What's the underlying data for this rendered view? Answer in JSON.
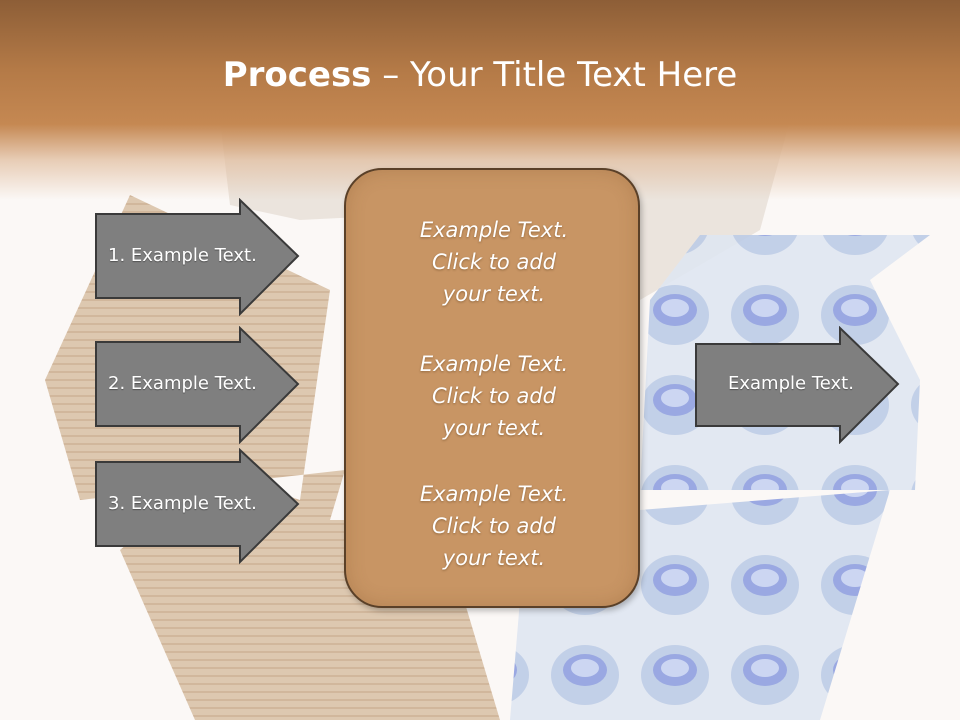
{
  "slide": {
    "title_bold": "Process",
    "title_rest": " – Your Title Text Here",
    "left_arrows": [
      {
        "label": "1. Example Text."
      },
      {
        "label": "2. Example Text."
      },
      {
        "label": "3. Example Text."
      }
    ],
    "center_box": {
      "paragraphs": [
        {
          "line1": "Example Text.",
          "line2": "Click  to add",
          "line3": "your text."
        },
        {
          "line1": "Example Text.",
          "line2": "Click  to add",
          "line3": "your text."
        },
        {
          "line1": "Example Text.",
          "line2": "Click  to add",
          "line3": "your text."
        }
      ]
    },
    "right_arrow": {
      "label": "Example Text."
    }
  },
  "colors": {
    "title_band": "#b47a47",
    "arrow_fill": "#7f7f7f",
    "arrow_border": "#3a3a3a",
    "center_box_fill": "#c89564",
    "center_box_border": "#5a4028",
    "text": "#ffffff"
  },
  "background": {
    "image": "recycle-symbol-cardboard-and-plastic-bottles"
  }
}
